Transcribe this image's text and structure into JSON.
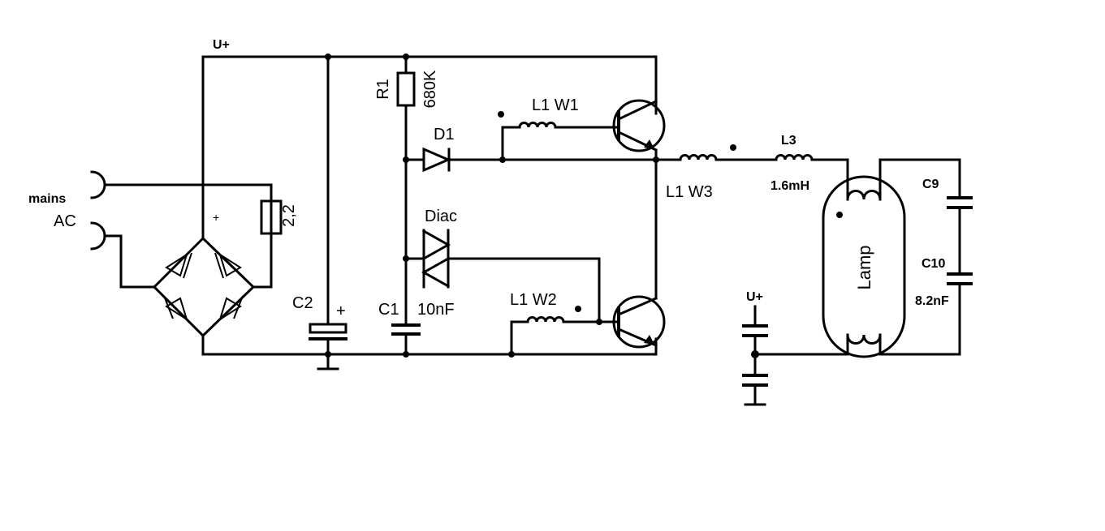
{
  "labels": {
    "u_plus_top": "U+",
    "mains": "mains",
    "ac": "AC",
    "fuse_value": "2,2",
    "bridge_plus": "+",
    "c2": "C2",
    "c2_plus": "+",
    "r1": "R1",
    "r1_value": "680K",
    "d1": "D1",
    "diac": "Diac",
    "c1": "C1",
    "c1_value": "10nF",
    "l1w1": "L1 W1",
    "l1w2": "L1 W2",
    "l1w3": "L1 W3",
    "l3": "L3",
    "l3_value": "1.6mH",
    "lamp": "Lamp",
    "c9": "C9",
    "c10": "C10",
    "c10_value": "8.2nF",
    "u_plus_right": "U+"
  }
}
